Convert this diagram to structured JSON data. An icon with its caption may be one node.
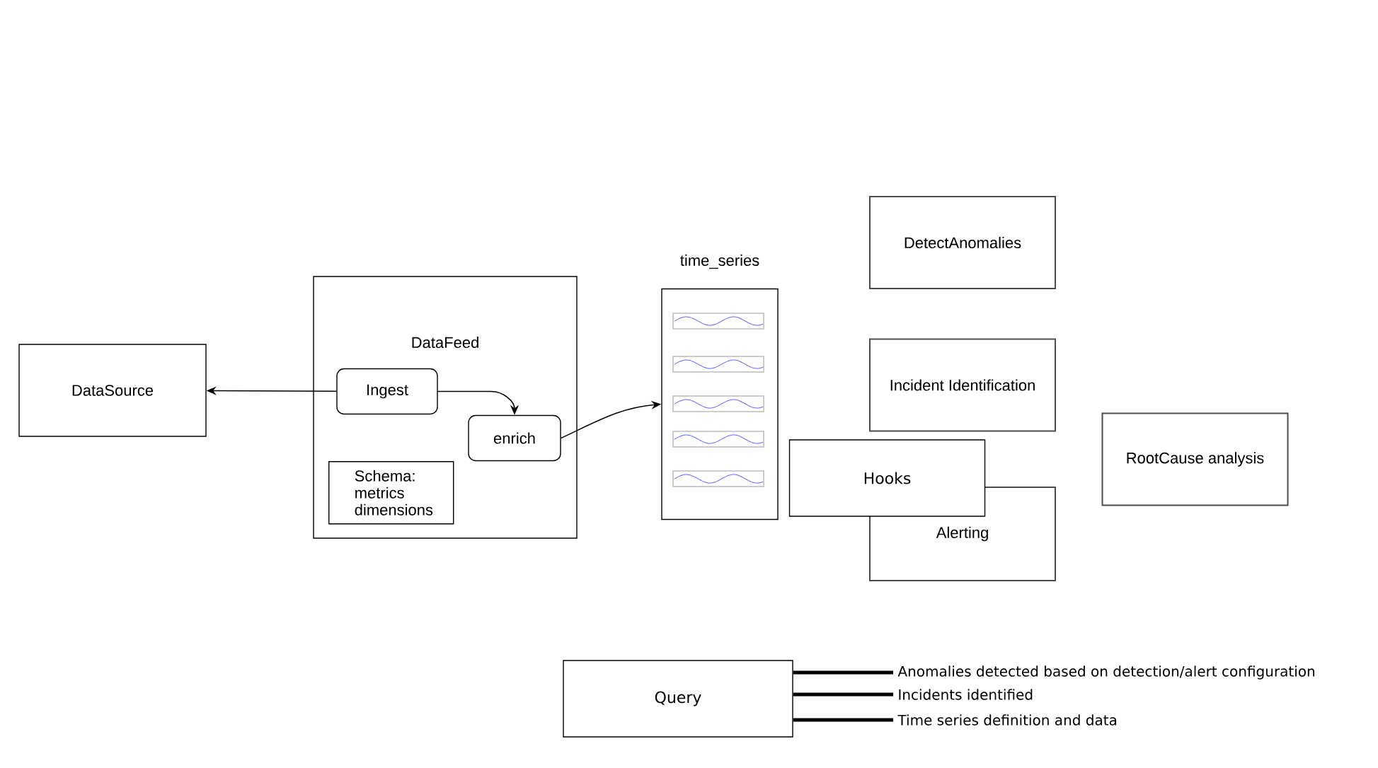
{
  "diagram": {
    "nodes": [
      {
        "text": [
          "DataSource"
        ]
      },
      {
        "text": [
          "DataFeed"
        ]
      },
      {
        "text": [
          "Ingest"
        ],
        "in": 1
      },
      {
        "text": [
          "enrich"
        ],
        "in": 1
      },
      {
        "text": [
          "Schema: metrics dimensions"
        ],
        "in": 1
      },
      {
        "text": [
          "time_series"
        ]
      },
      {
        "text": [
          "DetectAnomalies"
        ]
      },
      {
        "text": [
          "Incident Identification"
        ]
      },
      {
        "text": [
          "Hooks"
        ]
      },
      {
        "text": [
          "Alerting"
        ]
      },
      {
        "text": [
          "RootCause analysis"
        ]
      },
      {
        "text": [
          "Query"
        ]
      },
      {
        "text": [
          "Anomalies detected based on detection/alert configuration"
        ]
      },
      {
        "text": [
          "Incidents identified"
        ]
      },
      {
        "text": [
          "Time series definition and data"
        ]
      }
    ],
    "edges": [
      {
        "from": 2,
        "to": 0,
        "arrow": "to"
      },
      {
        "from": 2,
        "to": 3,
        "arrow": "to"
      },
      {
        "from": 3,
        "to": 5,
        "arrow": "to"
      },
      {
        "from": 11,
        "to": 12,
        "arrow": "none",
        "style": "thick"
      },
      {
        "from": 11,
        "to": 13,
        "arrow": "none",
        "style": "thick"
      },
      {
        "from": 11,
        "to": 14,
        "arrow": "none",
        "style": "thick"
      }
    ]
  }
}
